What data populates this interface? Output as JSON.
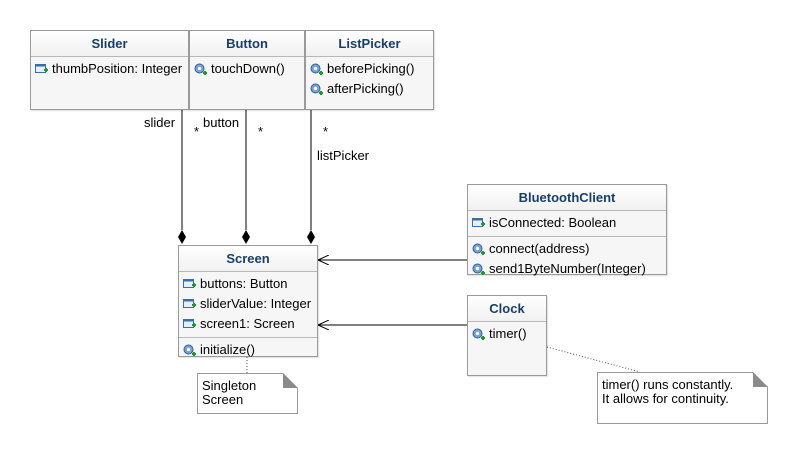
{
  "classes": {
    "slider": {
      "name": "Slider",
      "attributes": [
        "thumbPosition: Integer"
      ]
    },
    "button": {
      "name": "Button",
      "operations": [
        "touchDown()"
      ]
    },
    "listpicker": {
      "name": "ListPicker",
      "operations": [
        "beforePicking()",
        "afterPicking()"
      ]
    },
    "bluetooth": {
      "name": "BluetoothClient",
      "attributes": [
        "isConnected: Boolean"
      ],
      "operations": [
        "connect(address)",
        "send1ByteNumber(Integer)"
      ]
    },
    "screen": {
      "name": "Screen",
      "attributes": [
        "buttons: Button",
        "sliderValue: Integer",
        "screen1: Screen"
      ],
      "operations": [
        "initialize()"
      ]
    },
    "clock": {
      "name": "Clock",
      "operations": [
        "timer()"
      ]
    }
  },
  "roles": {
    "slider_role": "slider",
    "slider_mult": "*",
    "button_role": "button",
    "button_mult": "*",
    "listpicker_mult": "*",
    "listpicker_role": "listPicker"
  },
  "notes": {
    "singleton": [
      "Singleton",
      "Screen"
    ],
    "timer": [
      "timer() runs constantly.",
      "It allows for continuity."
    ]
  },
  "icons": {
    "attribute": "attribute-icon",
    "operation": "operation-icon"
  },
  "colors": {
    "class_title": "#183f6b",
    "line": "#000000",
    "border": "#9a9a9a"
  }
}
